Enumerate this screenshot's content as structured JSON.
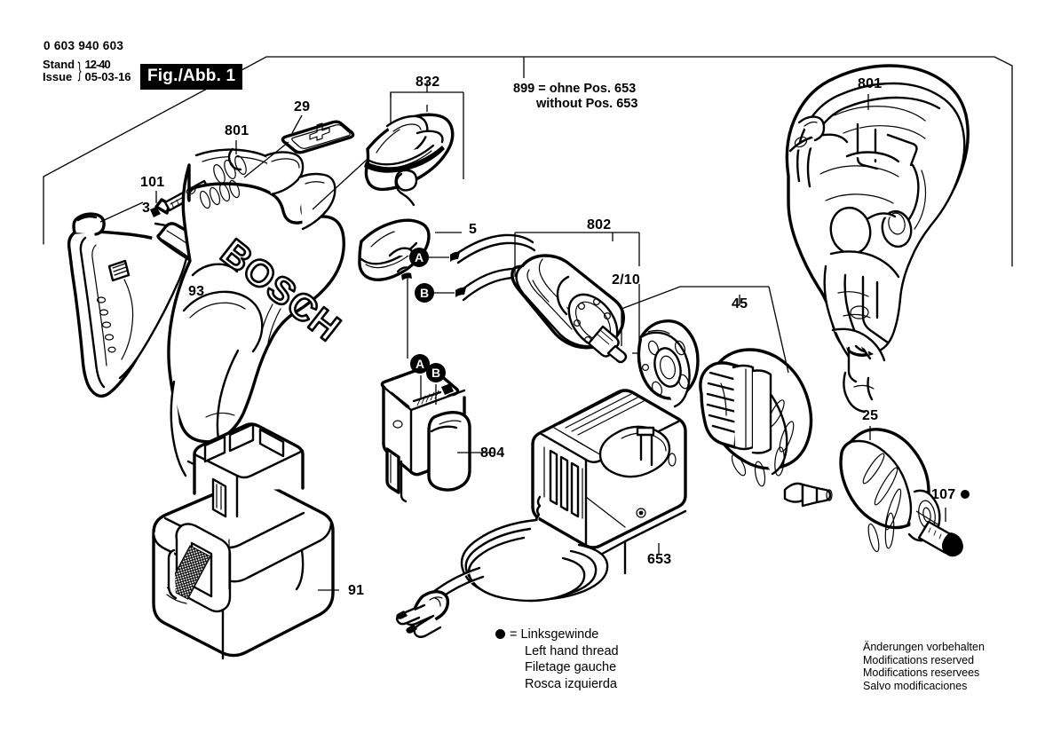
{
  "header": {
    "part_number": "0 603 940 603",
    "stand_label": "Stand",
    "issue_label": "Issue",
    "date_top": "12-40",
    "date_bottom": "05-03-16",
    "figure_badge": "Fig./Abb. 1"
  },
  "notes": {
    "pos899_line1": "899 = ohne Pos. 653",
    "pos899_line2": "without Pos. 653"
  },
  "legend": {
    "line1": "= Linksgewinde",
    "line2": "Left hand thread",
    "line3": "Filetage gauche",
    "line4": "Rosca izquierda"
  },
  "disclaimer": {
    "line1": "Änderungen vorbehalten",
    "line2": "Modifications reserved",
    "line3": "Modifications reservees",
    "line4": "Salvo modificaciones"
  },
  "callouts": {
    "c3": "3",
    "c93": "93",
    "c101": "101",
    "c29": "29",
    "c801_left": "801",
    "c832": "832",
    "c801_right": "801",
    "c5": "5",
    "c802": "802",
    "c210": "2/10",
    "c45": "45",
    "c25": "25",
    "c107": "107",
    "c804": "804",
    "c653": "653",
    "c91": "91",
    "markerA_top": "A",
    "markerB_top": "B",
    "markerA_bottom": "A",
    "markerB_bottom": "B"
  },
  "branding": {
    "logo_text": "BOSCH"
  }
}
